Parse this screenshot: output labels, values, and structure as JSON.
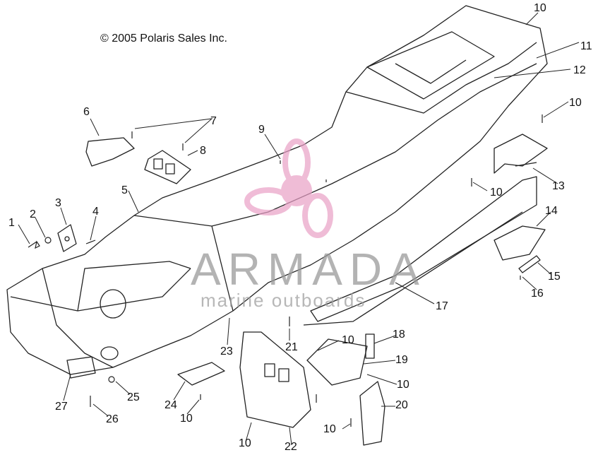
{
  "copyright": "© 2005 Polaris Sales Inc.",
  "watermark": {
    "brand": "ARMADA",
    "tagline": "marine outboards",
    "accent_color": "#e9a0c6"
  },
  "callouts": {
    "c1": "1",
    "c2": "2",
    "c3": "3",
    "c4": "4",
    "c5": "5",
    "c6": "6",
    "c7": "7",
    "c8": "8",
    "c9": "9",
    "c10_top": "10",
    "c10_right": "10",
    "c10_mid": "10",
    "c10_lower": "10",
    "c10_19": "10",
    "c10_bottom_r": "10",
    "c10_24": "10",
    "c10_22": "10",
    "c11": "11",
    "c12": "12",
    "c13": "13",
    "c14": "14",
    "c15": "15",
    "c16": "16",
    "c17": "17",
    "c18": "18",
    "c19": "19",
    "c20": "20",
    "c21": "21",
    "c22": "22",
    "c23": "23",
    "c24": "24",
    "c25": "25",
    "c26": "26",
    "c27": "27"
  }
}
